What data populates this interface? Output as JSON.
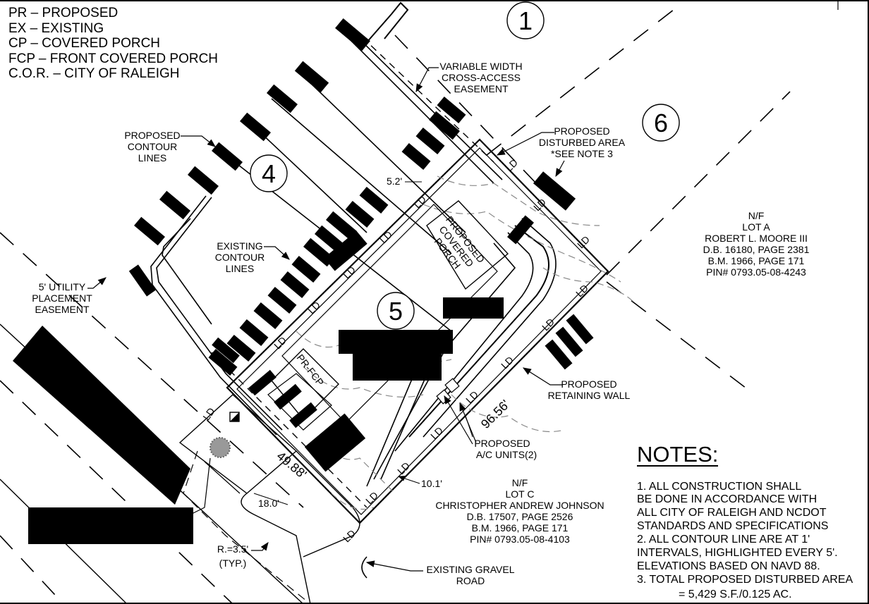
{
  "legend": [
    "PR – PROPOSED",
    "EX – EXISTING",
    "CP – COVERED PORCH",
    "FCP – FRONT COVERED PORCH",
    "C.O.R. – CITY OF RALEIGH"
  ],
  "lot_numbers": {
    "lot1": "1",
    "lot4": "4",
    "lot5": "5",
    "lot6": "6"
  },
  "labels": {
    "cross_access": [
      "VARIABLE WIDTH",
      "CROSS-ACCESS",
      "EASEMENT"
    ],
    "disturbed": [
      "PROPOSED",
      "DISTURBED AREA",
      "*SEE NOTE 3"
    ],
    "prop_contour": [
      "PROPOSED",
      "CONTOUR",
      "LINES"
    ],
    "exist_contour": [
      "EXISTING",
      "CONTOUR",
      "LINES"
    ],
    "utility": [
      "5' UTILITY",
      "PLACEMENT",
      "EASEMENT"
    ],
    "covered_porch": [
      "PROPOSED",
      "COVERED",
      "PORCH"
    ],
    "pr_fcp": "PR-FCP",
    "retaining_wall": [
      "PROPOSED",
      "RETAINING WALL"
    ],
    "ac_units": [
      "PROPOSED",
      "A/C UNITS(2)"
    ],
    "radius": [
      "R.=3.5'",
      "(TYP.)"
    ],
    "gravel_road": [
      "EXISTING GRAVEL",
      "ROAD"
    ],
    "ld": "LD"
  },
  "dimensions": {
    "d52": "5.2'",
    "d9656": "96.56'",
    "d4988": "49.88'",
    "d180": "18.0'",
    "d101": "10.1'"
  },
  "lot_a": [
    "N/F",
    "LOT A",
    "ROBERT L. MOORE III",
    "D.B. 16180, PAGE 2381",
    "B.M. 1966, PAGE 171",
    "PIN# 0793.05-08-4243"
  ],
  "lot_c": [
    "N/F",
    "LOT C",
    "CHRISTOPHER ANDREW JOHNSON",
    "D.B. 17507, PAGE 2526",
    "B.M. 1966, PAGE 171",
    "PIN# 0793.05-08-4103"
  ],
  "notes": {
    "title": "NOTES:",
    "lines": [
      "1. ALL CONSTRUCTION SHALL",
      "BE DONE IN ACCORDANCE WITH",
      "ALL CITY OF RALEIGH AND NCDOT",
      "STANDARDS AND SPECIFICATIONS",
      "2. ALL CONTOUR LINE ARE AT 1'",
      "INTERVALS, HIGHLIGHTED EVERY 5'.",
      "ELEVATIONS BASED ON NAVD 88.",
      "3. TOTAL PROPOSED DISTURBED AREA",
      "= 5,429 S.F./0.125 AC."
    ]
  }
}
